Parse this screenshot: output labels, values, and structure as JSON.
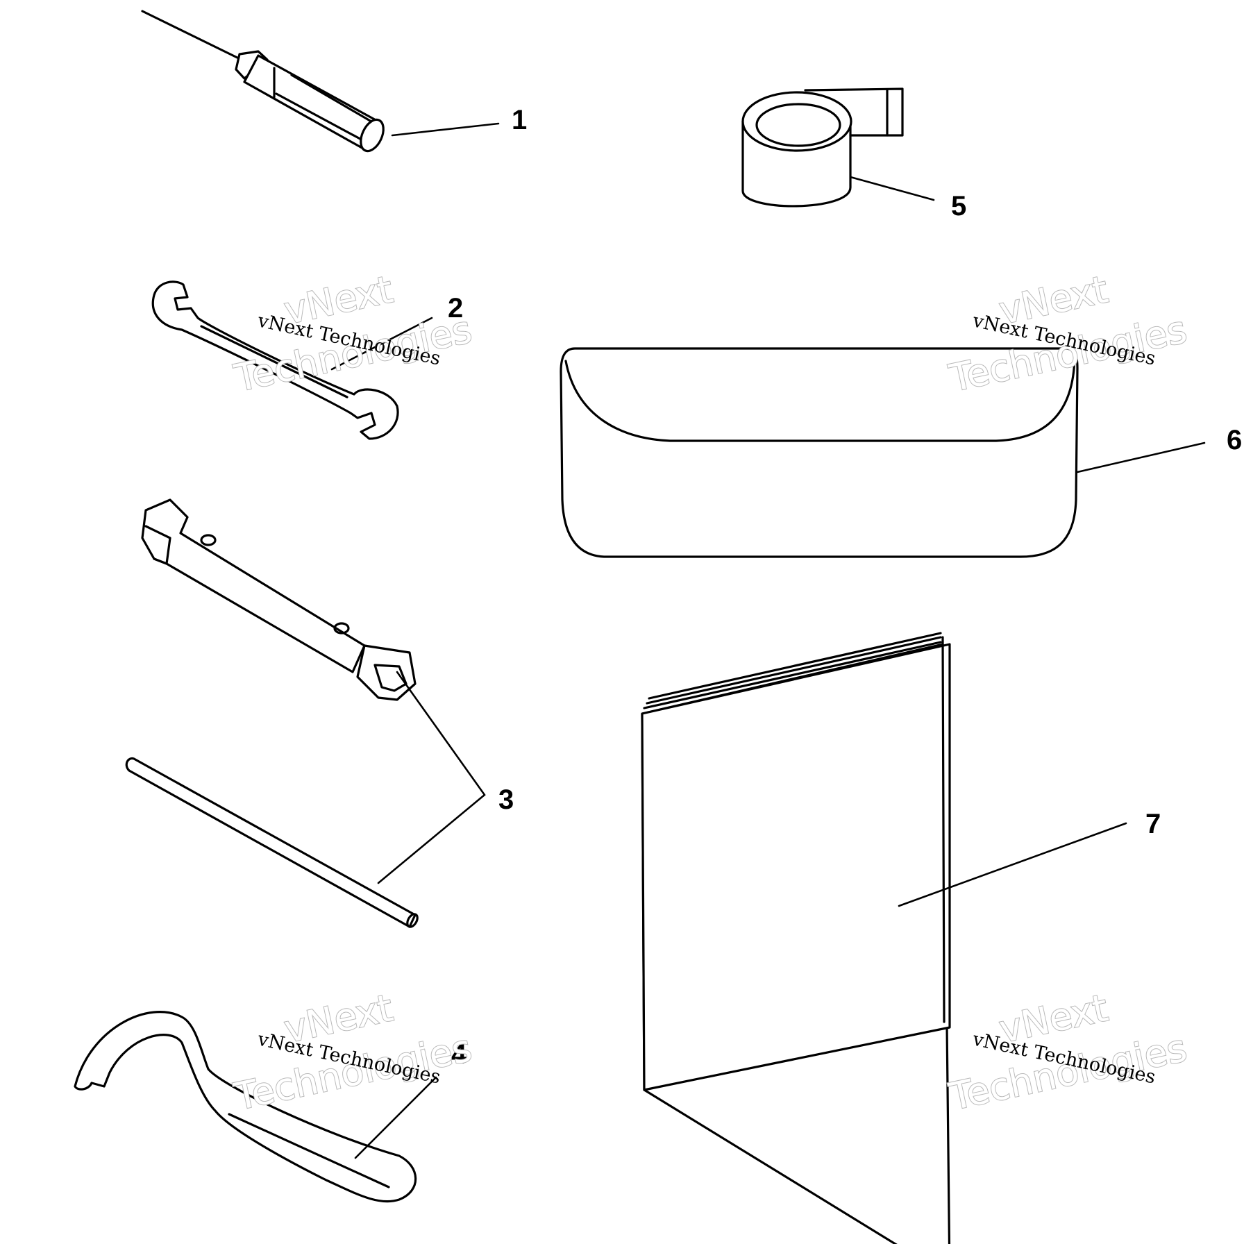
{
  "callouts": [
    "1",
    "2",
    "3",
    "4",
    "5",
    "6",
    "7"
  ],
  "watermark": {
    "line_small": "vNext Technologies",
    "line_big_1": "vNext",
    "line_big_2": "Technologies"
  },
  "parts": [
    {
      "callout": "1",
      "icon": "screwdriver-icon"
    },
    {
      "callout": "2",
      "icon": "open-end-wrench-icon"
    },
    {
      "callout": "3",
      "icon": "socket-wrench-and-tommy-bar-icon"
    },
    {
      "callout": "4",
      "icon": "hook-spanner-icon"
    },
    {
      "callout": "5",
      "icon": "strap-roll-icon"
    },
    {
      "callout": "6",
      "icon": "tool-pouch-icon"
    },
    {
      "callout": "7",
      "icon": "manual-booklet-icon"
    }
  ]
}
